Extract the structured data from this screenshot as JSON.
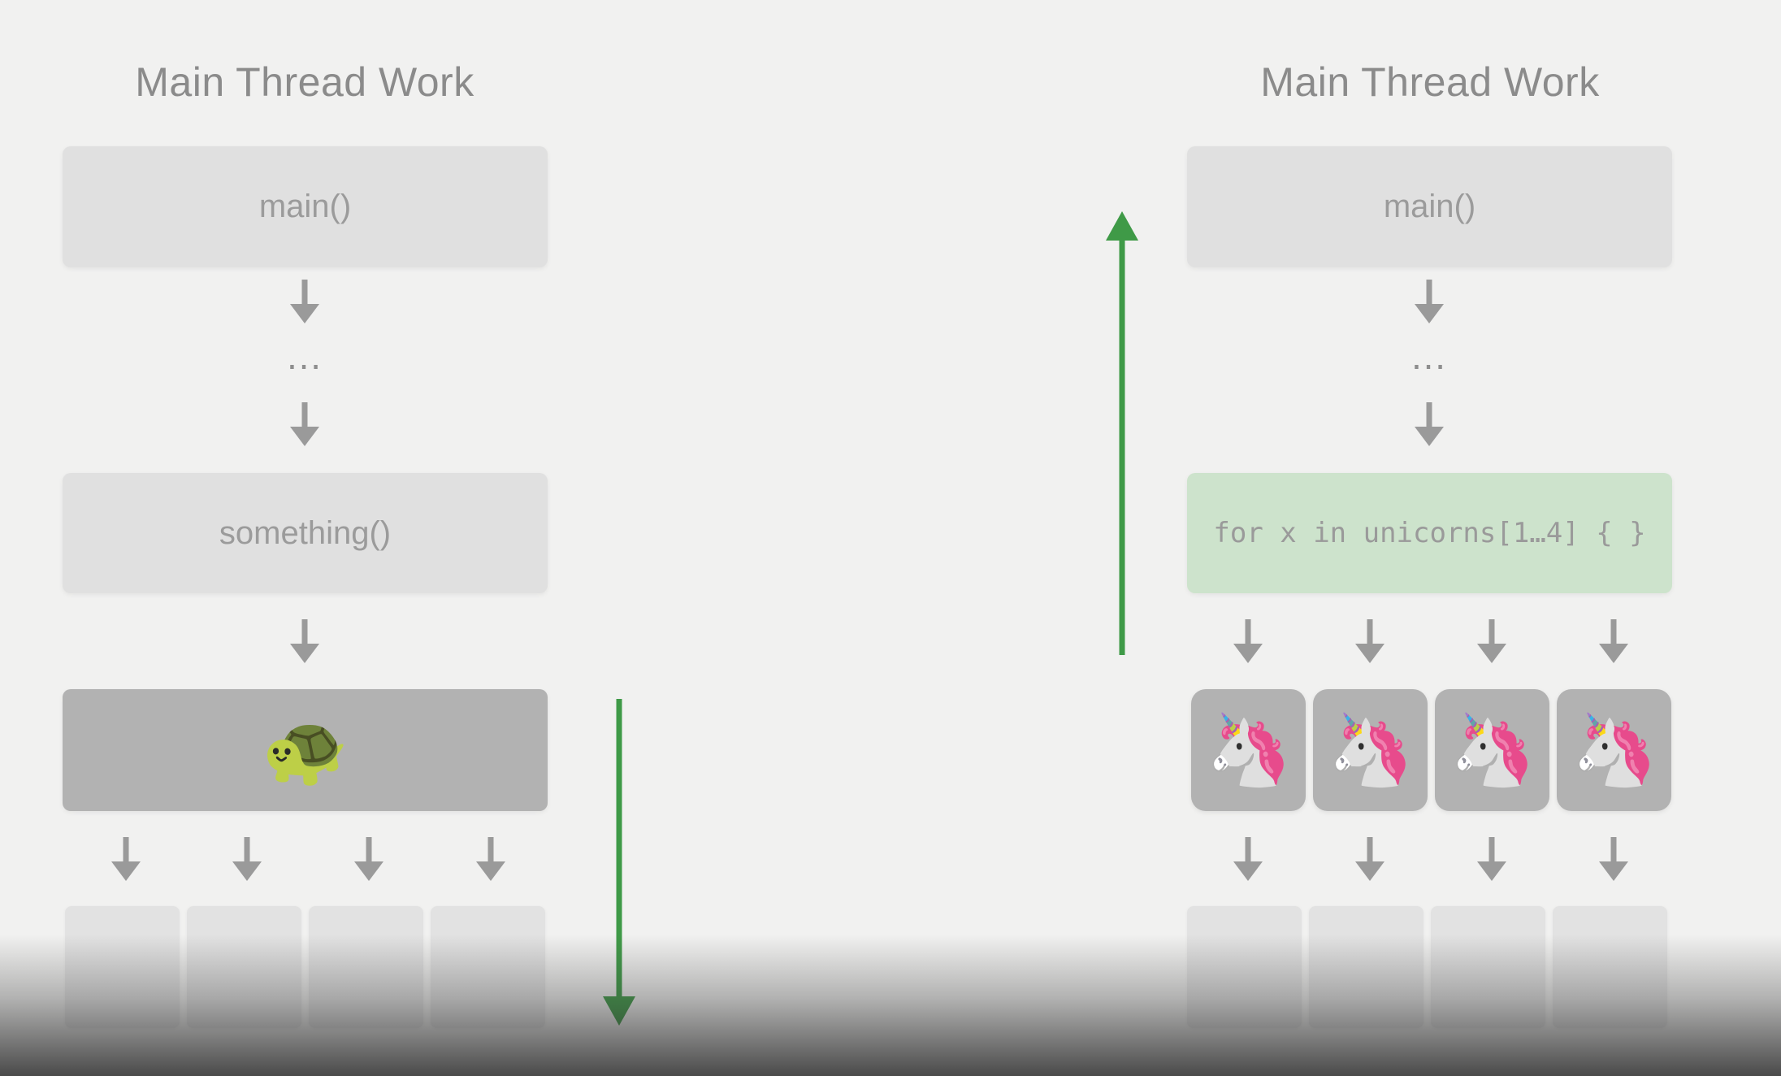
{
  "left_panel": {
    "title": "Main Thread Work",
    "main_label": "main()",
    "ellipsis": "…",
    "something_label": "something()",
    "slow_icon": "turtle-icon",
    "slow_glyph": "🐢"
  },
  "right_panel": {
    "title": "Main Thread Work",
    "main_label": "main()",
    "ellipsis": "…",
    "loop_label": "for x in unicorns[1…4] { }",
    "worker_icon": "unicorn-icon",
    "worker_glyph": "🦄"
  },
  "colors": {
    "background": "#f1f1f0",
    "box": "#e0e0e0",
    "dark_box": "#b2b2b2",
    "highlight_box": "#cde3cc",
    "arrow_gray": "#9a9a9a",
    "arrow_green": "#3f9a47"
  }
}
